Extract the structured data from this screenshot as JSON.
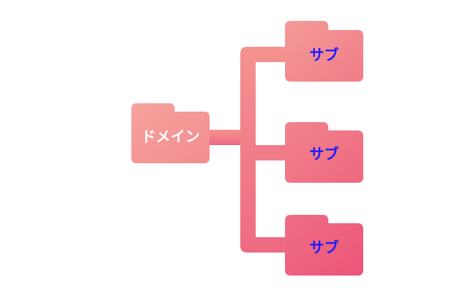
{
  "diagram": {
    "root": {
      "label": "ドメイン",
      "text_color": "#ffffff"
    },
    "children": [
      {
        "label": "サブ",
        "text_color": "#1a1aff"
      },
      {
        "label": "サブ",
        "text_color": "#1a1aff"
      },
      {
        "label": "サブ",
        "text_color": "#1a1aff"
      }
    ],
    "colors": {
      "folder_light": "#f6a09b",
      "folder_dark": "#ef5d7d",
      "connector": "#f07e8c"
    },
    "icons": {
      "root": "folder-icon",
      "children": "folder-icon"
    }
  }
}
